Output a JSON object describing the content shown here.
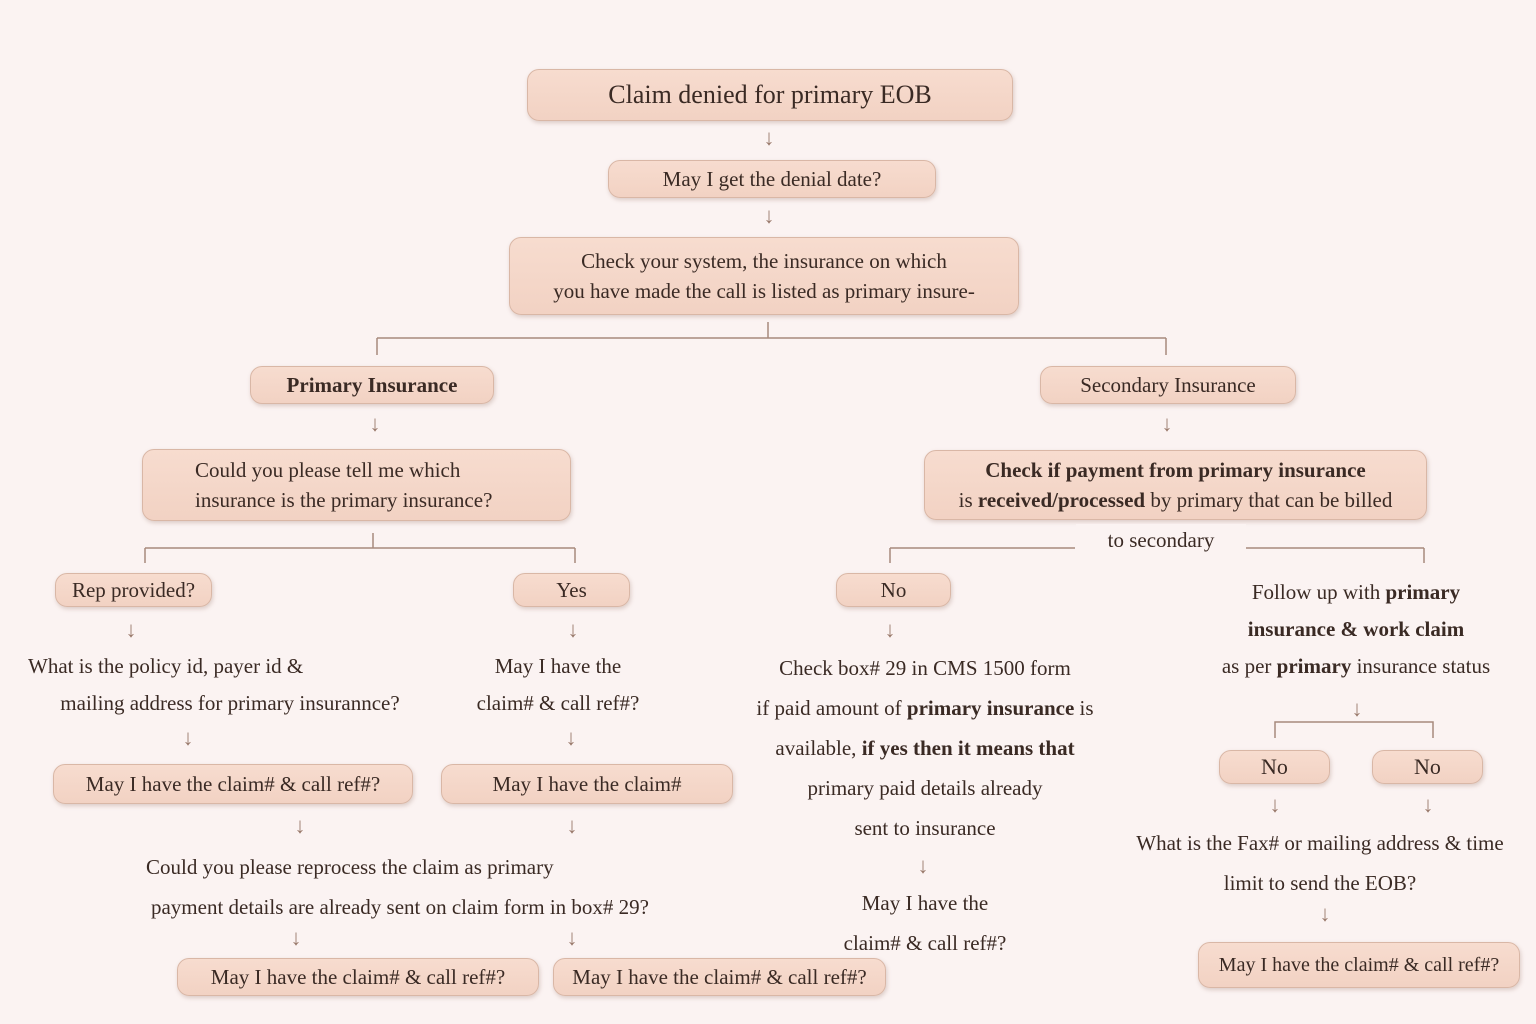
{
  "root": "Claim denied for primary EOB",
  "q_denial_date": "May I get the denial date?",
  "check_system": [
    "Check your system, the insurance on which",
    "you have made the call is listed as primary insure-"
  ],
  "primary_insurance": "Primary Insurance",
  "secondary_insurance": "Secondary Insurance",
  "ask_primary": [
    "Could you please tell me which",
    "insurance is the primary insurance?"
  ],
  "check_payment": {
    "line1": "Check if payment from primary insurance",
    "line2_pre": "is",
    "line2_bold": "received/processed",
    "line2_mid": "by",
    "line2_bold2": "primary",
    "line2_post": "that can be billed",
    "line3": "to secondary"
  },
  "rep_provided": "Rep provided?",
  "yes": "Yes",
  "no": "No",
  "policy_question": [
    "What is the policy id, payer id &",
    "mailing address for primary insurannce?"
  ],
  "may_claim_call_yes": [
    "May I have the",
    "claim# & call ref#?"
  ],
  "claim_call_short": "May I have the claim# & call ref#?",
  "may_claim": "May I have the claim#",
  "reprocess": [
    "Could you please reprocess the claim as primary",
    "payment details are already sent on claim form in box# 29?"
  ],
  "cms": {
    "l1": "Check box# 29 in CMS 1500 form",
    "l2_pre": "if paid amount of",
    "l2_bold": "primary insurance",
    "l2_post": "is",
    "l3_pre": "available,",
    "l3_bold": "if yes then it means that",
    "l4": "primary paid details already",
    "l5": "sent to insurance"
  },
  "no_claim_call": [
    "May I have the",
    "claim# & call ref#?"
  ],
  "follow_up": {
    "l1_pre": "Follow up with",
    "l1_bold": "primary",
    "l2_bold": "insurance & work claim",
    "l3_pre": "as per",
    "l3_bold": "primary",
    "l3_post": "insurance status"
  },
  "fax_question": [
    "What is the Fax# or mailing address & time",
    "limit to send the EOB?"
  ],
  "arrow_glyph": "↓",
  "colors": {
    "background": "#fbf3f2",
    "box_fill": "#f4d6c8",
    "line": "#a88a7c"
  }
}
